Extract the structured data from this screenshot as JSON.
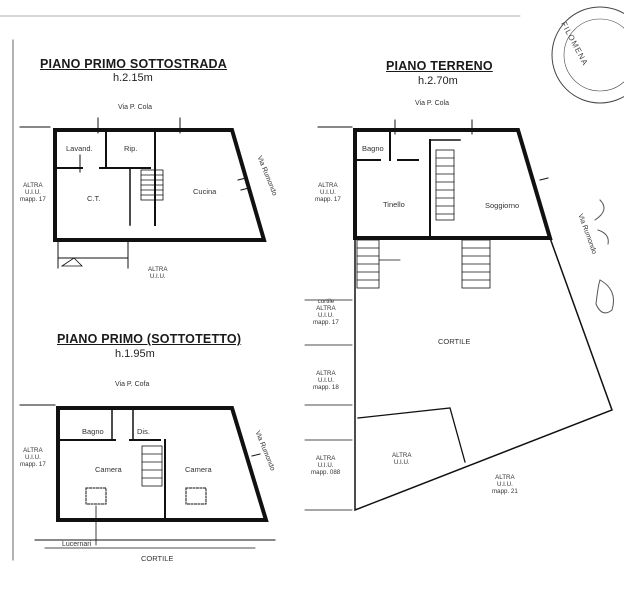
{
  "sections": {
    "basement": {
      "title": "PIANO PRIMO SOTTOSTRADA",
      "height": "h.2.15m"
    },
    "ground": {
      "title": "PIANO TERRENO",
      "height": "h.2.70m"
    },
    "attic": {
      "title": "PIANO PRIMO (SOTTOTETTO)",
      "height": "h.1.95m"
    }
  },
  "streets": {
    "cola": "Via P. Cola",
    "cofa": "Via P. Cofa",
    "rumondo": "Via Rumondo",
    "rumondo2": "Via Rumondo"
  },
  "rooms": {
    "lavand": "Lavand.",
    "rip": "Rip.",
    "cucina": "Cucina",
    "ct": "C.T.",
    "bagno": "Bagno",
    "tinello": "Tinello",
    "soggiorno": "Soggiorno",
    "bagno2": "Bagno",
    "dis": "Dis.",
    "camera1": "Camera",
    "camera2": "Camera"
  },
  "neighbors": {
    "a1_1": "ALTRA",
    "a1_2": "U.I.U.",
    "a1_3": "mapp. 17",
    "a2_1": "ALTRA",
    "a2_2": "U.I.U.",
    "a3_1": "ALTRA",
    "a3_2": "U.I.U.",
    "a3_3": "mapp. 17",
    "a4_1": "cortile",
    "a4_2": "ALTRA",
    "a4_3": "U.I.U.",
    "a4_4": "mapp. 17",
    "a5_1": "ALTRA",
    "a5_2": "U.I.U.",
    "a5_3": "mapp. 18",
    "a6_1": "ALTRA",
    "a6_2": "U.I.U.",
    "a6_3": "mapp. 088",
    "a7_1": "ALTRA",
    "a7_2": "U.I.U.",
    "a8_1": "ALTRA",
    "a8_2": "U.I.U.",
    "a8_3": "mapp. 21",
    "a9_1": "ALTRA",
    "a9_2": "U.I.U.",
    "a9_3": "mapp. 17"
  },
  "courtyard": {
    "main": "CORTILE",
    "attic": "CORTILE"
  },
  "lucernari": "Lucernari",
  "stamp": "FILOMENA"
}
